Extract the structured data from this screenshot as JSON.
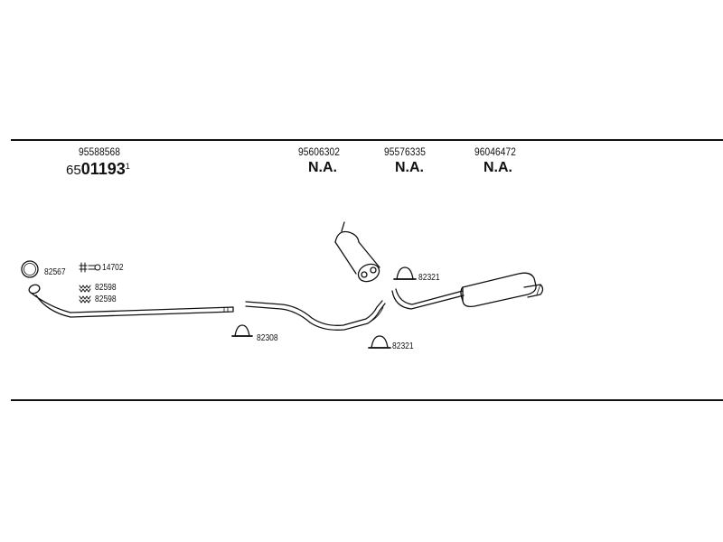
{
  "columns": [
    {
      "part_number": "95588568",
      "status": ""
    },
    {
      "part_number": "95606302",
      "status": "N.A."
    },
    {
      "part_number": "95576335",
      "status": "N.A."
    },
    {
      "part_number": "96046472",
      "status": "N.A."
    }
  ],
  "code": {
    "prefix": "65",
    "main": "01193",
    "superscript": "1"
  },
  "labels": {
    "ring": "82567",
    "bolt": "14702",
    "spring_1": "82598",
    "spring_2": "82598",
    "clamp_mid": "82308",
    "clamp_upper": "82321",
    "clamp_lower": "82321"
  },
  "colors": {
    "line": "#111111",
    "background": "#ffffff"
  }
}
